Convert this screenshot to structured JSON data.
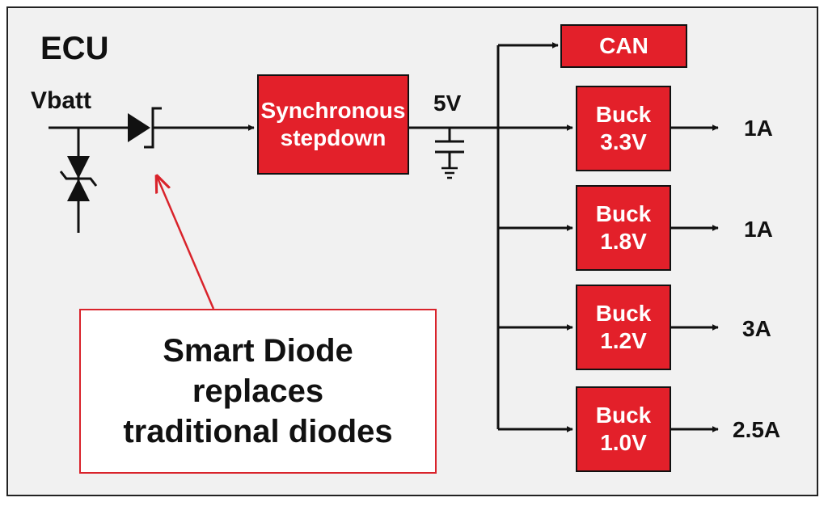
{
  "ecu_label": "ECU",
  "vbatt_label": "Vbatt",
  "stepdown": {
    "line1": "Synchronous",
    "line2": "stepdown"
  },
  "rail_voltage": "5V",
  "can_label": "CAN",
  "bucks": [
    {
      "line1": "Buck",
      "line2": "3.3V",
      "current": "1A"
    },
    {
      "line1": "Buck",
      "line2": "1.8V",
      "current": "1A"
    },
    {
      "line1": "Buck",
      "line2": "1.2V",
      "current": "3A"
    },
    {
      "line1": "Buck",
      "line2": "1.0V",
      "current": "2.5A"
    }
  ],
  "callout": {
    "line1": "Smart Diode",
    "line2": "replaces",
    "line3": "traditional diodes"
  },
  "colors": {
    "block_fill": "#e3202a",
    "callout_border": "#d9232b",
    "wire": "#111111",
    "background": "#f1f1f1"
  }
}
